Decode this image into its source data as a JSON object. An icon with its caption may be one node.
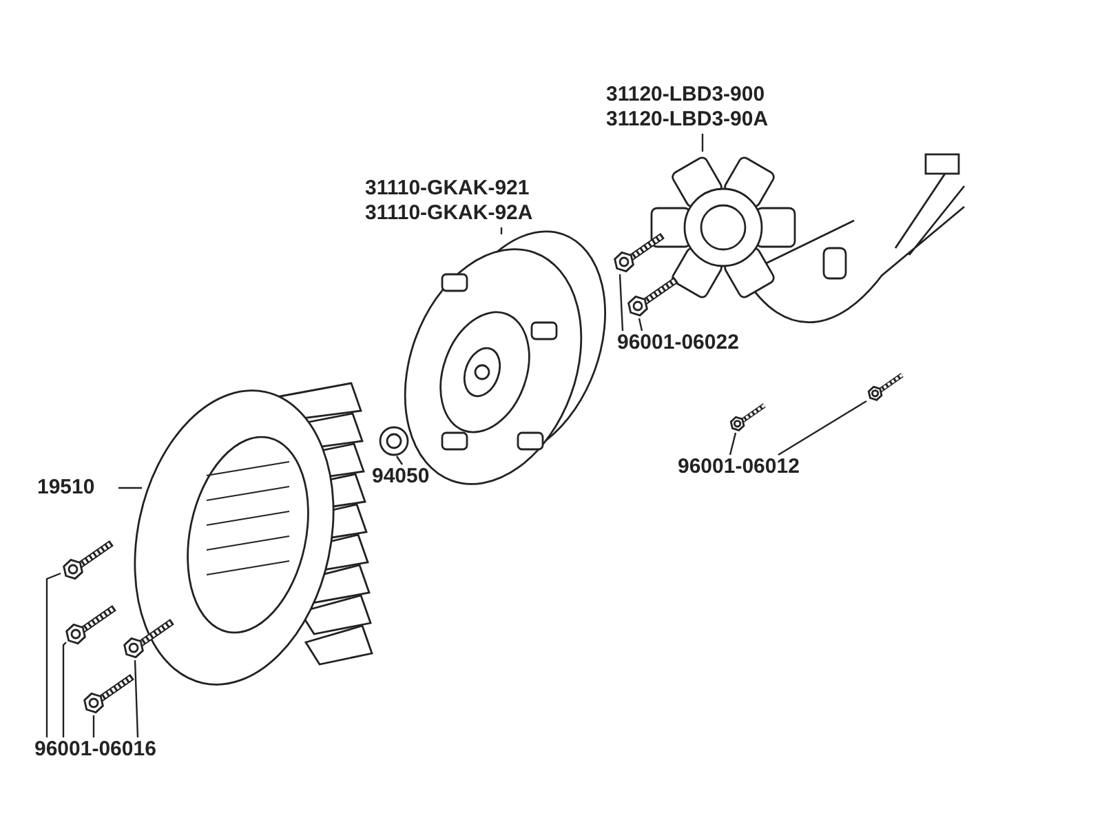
{
  "diagram": {
    "nodes": [
      {
        "text": [
          "31120-LBD3-900",
          "31120-LBD3-90A"
        ]
      },
      {
        "text": [],
        "shape": "picture"
      },
      {
        "text": [
          "31110-GKAK-921",
          "31110-GKAK-92A"
        ]
      },
      {
        "text": [],
        "shape": "picture"
      },
      {
        "text": [
          "96001-06022"
        ]
      },
      {
        "text": [],
        "shape": "picture"
      },
      {
        "text": [],
        "shape": "picture"
      },
      {
        "text": [
          "94050"
        ]
      },
      {
        "text": [],
        "shape": "picture"
      },
      {
        "text": [
          "96001-06012"
        ]
      },
      {
        "text": [],
        "shape": "picture"
      },
      {
        "text": [],
        "shape": "picture"
      },
      {
        "text": [
          "19510"
        ]
      },
      {
        "text": [],
        "shape": "picture"
      },
      {
        "text": [
          "96001-06016"
        ]
      },
      {
        "text": [],
        "shape": "picture"
      },
      {
        "text": [],
        "shape": "picture"
      },
      {
        "text": [],
        "shape": "picture"
      },
      {
        "text": [],
        "shape": "picture"
      }
    ],
    "edges": [
      {
        "from": 0,
        "to": 1,
        "arrow": "none"
      },
      {
        "from": 2,
        "to": 3,
        "arrow": "none"
      },
      {
        "from": 4,
        "to": 5,
        "arrow": "none"
      },
      {
        "from": 4,
        "to": 6,
        "arrow": "none"
      },
      {
        "from": 7,
        "to": 8,
        "arrow": "none"
      },
      {
        "from": 9,
        "to": 10,
        "arrow": "none"
      },
      {
        "from": 9,
        "to": 11,
        "arrow": "none"
      },
      {
        "from": 12,
        "to": 13,
        "arrow": "none"
      },
      {
        "from": 14,
        "to": 15,
        "arrow": "none"
      },
      {
        "from": 14,
        "to": 16,
        "arrow": "none"
      },
      {
        "from": 14,
        "to": 17,
        "arrow": "none"
      },
      {
        "from": 14,
        "to": 18,
        "arrow": "none"
      }
    ]
  }
}
